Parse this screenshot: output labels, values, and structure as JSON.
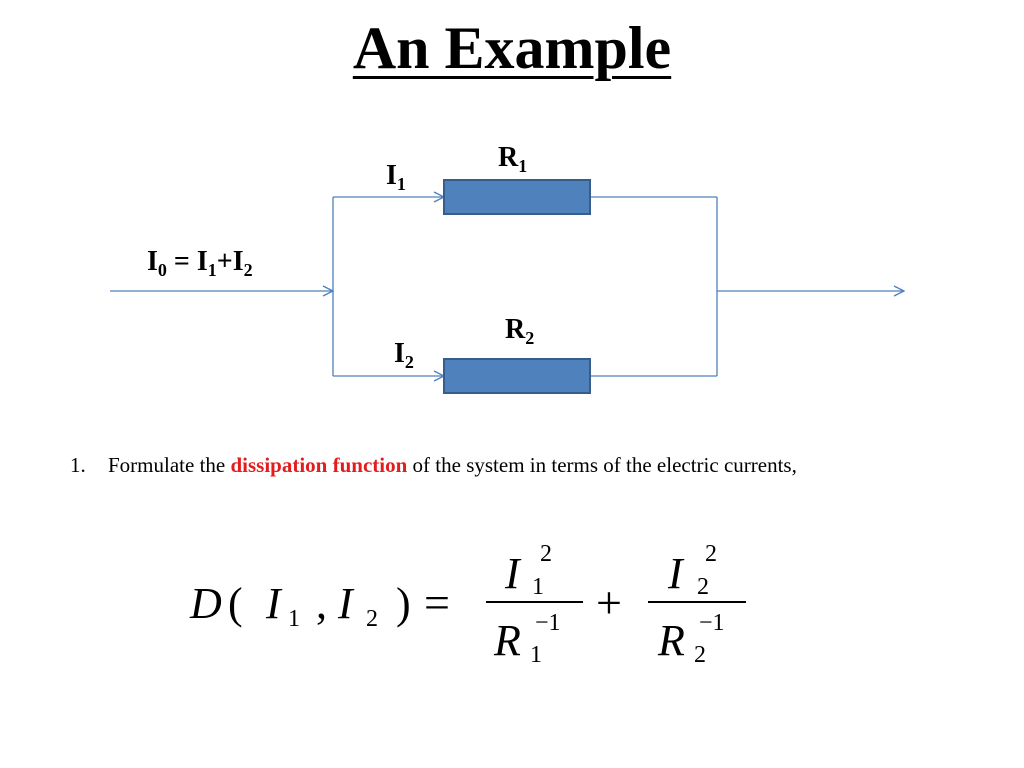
{
  "slide": {
    "title": "An Example"
  },
  "circuit": {
    "total_current_label": {
      "main": "I",
      "sub": "0",
      "rest": " = I",
      "sub1": "1",
      "plus": "+I",
      "sub2": "2"
    },
    "branch_top": {
      "current_main": "I",
      "current_sub": "1",
      "resistor_main": "R",
      "resistor_sub": "1"
    },
    "branch_bottom": {
      "current_main": "I",
      "current_sub": "2",
      "resistor_main": "R",
      "resistor_sub": "2"
    },
    "colors": {
      "wire": "#4f81bd",
      "resistor_fill": "#4f81bd",
      "resistor_stroke": "#385d8a"
    }
  },
  "list": {
    "item1": {
      "number": "1.",
      "before": "Formulate the ",
      "highlight": "dissipation function",
      "after": " of the system in terms of the electric currents,",
      "highlight_color": "#e31d1d"
    }
  },
  "equation": {
    "lhs_func": "D",
    "lhs_open": "(",
    "lhs_var1": "I",
    "lhs_var1_sub": "1",
    "lhs_comma": ",",
    "lhs_var2": "I",
    "lhs_var2_sub": "2",
    "lhs_close": ")",
    "equals": "=",
    "frac1_num": "I",
    "frac1_num_sub": "1",
    "frac1_num_sup": "2",
    "frac1_den": "R",
    "frac1_den_sub": "1",
    "frac1_den_sup": "−1",
    "plus": "+",
    "frac2_num": "I",
    "frac2_num_sub": "2",
    "frac2_num_sup": "2",
    "frac2_den": "R",
    "frac2_den_sub": "2",
    "frac2_den_sup": "−1"
  }
}
